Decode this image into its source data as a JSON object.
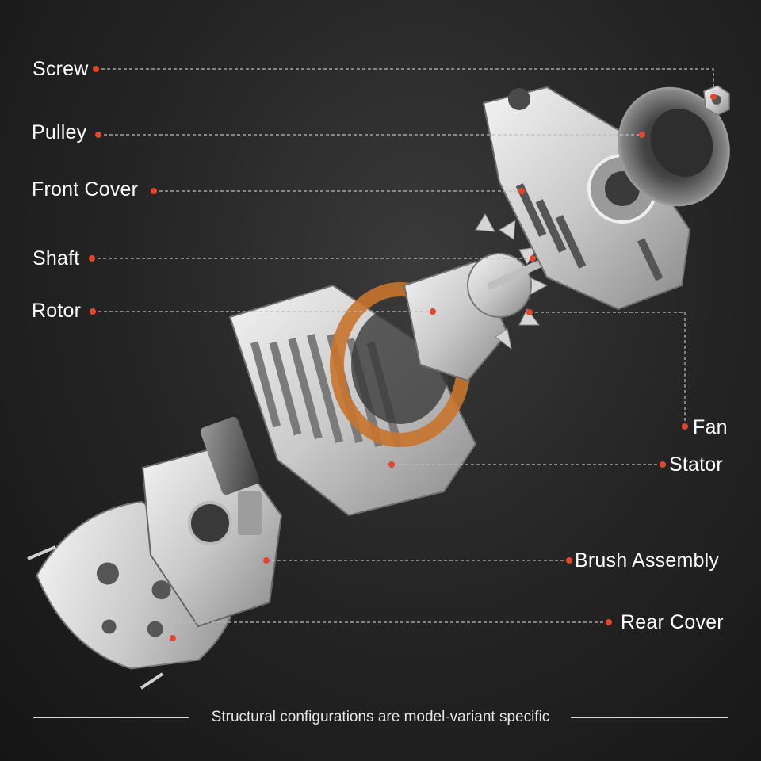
{
  "colors": {
    "background": "#1f1f1f",
    "marker": "#e8432b",
    "leader_line": "#bdbdbd",
    "copper": "#c8742c",
    "metal": "#dcdcdc"
  },
  "parts": [
    {
      "id": "screw",
      "label": "Screw",
      "side": "left"
    },
    {
      "id": "pulley",
      "label": "Pulley",
      "side": "left"
    },
    {
      "id": "front-cover",
      "label": "Front Cover",
      "side": "left"
    },
    {
      "id": "shaft",
      "label": "Shaft",
      "side": "left"
    },
    {
      "id": "rotor",
      "label": "Rotor",
      "side": "left"
    },
    {
      "id": "fan",
      "label": "Fan",
      "side": "right"
    },
    {
      "id": "stator",
      "label": "Stator",
      "side": "right"
    },
    {
      "id": "brush-assembly",
      "label": "Brush Assembly",
      "side": "right"
    },
    {
      "id": "rear-cover",
      "label": "Rear Cover",
      "side": "right"
    }
  ],
  "footer": {
    "note": "Structural configurations are model-variant specific"
  }
}
